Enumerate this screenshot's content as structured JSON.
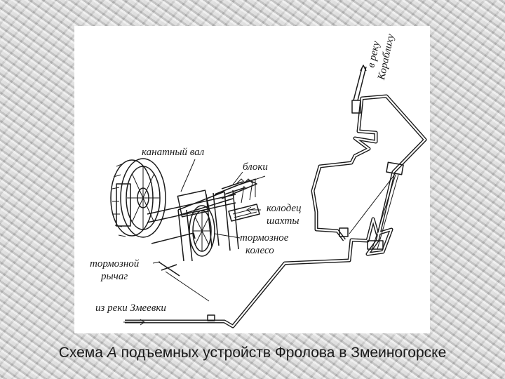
{
  "diagram": {
    "labels": {
      "to_river_line1": "в реку",
      "to_river_line2": "Кораблиху",
      "rope_shaft": "канатный вал",
      "blocks": "блоки",
      "well_line1": "колодец",
      "well_line2": "шахты",
      "brake_wheel_line1": "тормозное",
      "brake_wheel_line2": "колесо",
      "brake_lever_line1": "тормозной",
      "brake_lever_line2": "рычаг",
      "from_river": "из реки Змеевки"
    }
  },
  "caption": {
    "prefix": "Схема ",
    "letter": "А",
    "rest": " подъемных устройств Фролова в Змеиногорске"
  }
}
